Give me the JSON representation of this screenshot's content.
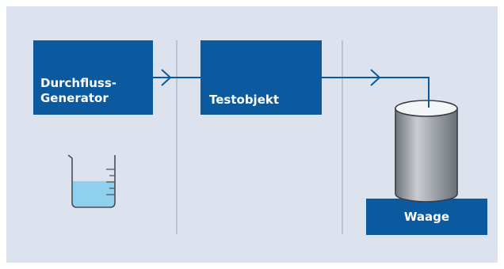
{
  "blocks": {
    "generator": "Durchfluss-\nGenerator",
    "test_object": "Testobjekt",
    "scale": "Waage"
  },
  "colors": {
    "background": "#dde3ee",
    "block": "#0b5a9f",
    "line": "#0b5a9f",
    "divider": "#a9afb8",
    "liquid": "#8fd0ee"
  },
  "icons": [
    "beaker-icon",
    "cylinder-vessel-icon",
    "arrow-icon"
  ]
}
